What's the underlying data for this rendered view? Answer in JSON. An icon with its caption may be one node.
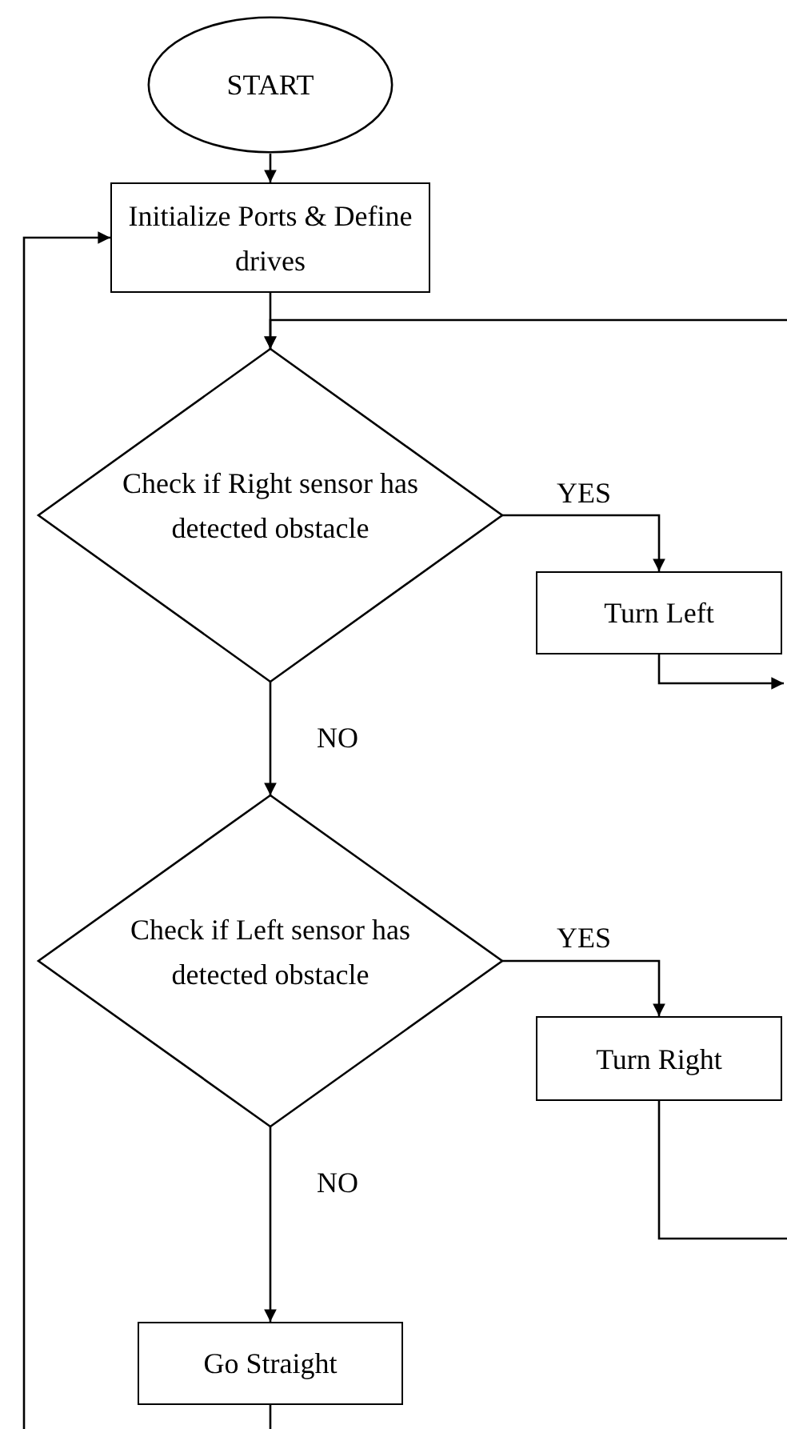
{
  "diagram": {
    "nodes": [
      {
        "text": [
          "START"
        ]
      },
      {
        "text": [
          "Initialize Ports & Define drives"
        ]
      },
      {
        "text": [
          "Check if Right sensor has detected obstacle"
        ]
      },
      {
        "text": [
          "Turn Left"
        ]
      },
      {
        "text": [
          "Check if Left sensor has detected obstacle"
        ]
      },
      {
        "text": [
          "Turn Right"
        ]
      },
      {
        "text": [
          "Go Straight"
        ]
      }
    ],
    "edges": [
      {
        "from": 0,
        "to": 1,
        "arrow": "to"
      },
      {
        "from": 1,
        "to": 2,
        "arrow": "to"
      },
      {
        "from": 2,
        "to": 3,
        "label": "YES",
        "arrow": "to"
      },
      {
        "from": 2,
        "to": 4,
        "label": "NO",
        "arrow": "to"
      },
      {
        "from": 4,
        "to": 5,
        "label": "YES",
        "arrow": "to"
      },
      {
        "from": 4,
        "to": 6,
        "label": "NO",
        "arrow": "to"
      },
      {
        "from": 3,
        "to": null,
        "arrow": "to"
      },
      {
        "from": 5,
        "to": null,
        "arrow": "none"
      },
      {
        "from": 6,
        "to": null,
        "arrow": "none"
      },
      {
        "from": null,
        "to": 1,
        "arrow": "to"
      },
      {
        "from": null,
        "to": 2,
        "arrow": "to"
      }
    ]
  }
}
